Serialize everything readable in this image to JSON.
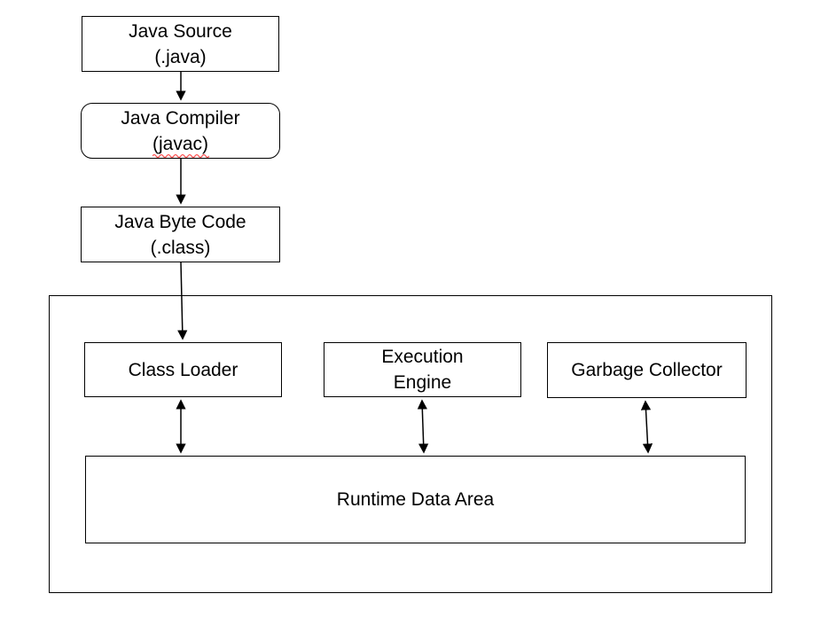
{
  "diagram": {
    "boxes": {
      "java_source": {
        "line1": "Java Source",
        "line2": "(.java)"
      },
      "java_compiler": {
        "line1": "Java Compiler",
        "line2": "(javac)"
      },
      "java_byte_code": {
        "line1": "Java Byte Code",
        "line2": "(.class)"
      },
      "class_loader": {
        "label": "Class Loader"
      },
      "execution_engine": {
        "line1": "Execution",
        "line2": "Engine"
      },
      "garbage_collector": {
        "label": "Garbage Collector"
      },
      "runtime_data_area": {
        "label": "Runtime Data Area"
      }
    },
    "colors": {
      "line": "#000000",
      "background": "#ffffff",
      "spellcheck_underline": "#ff5050"
    }
  }
}
